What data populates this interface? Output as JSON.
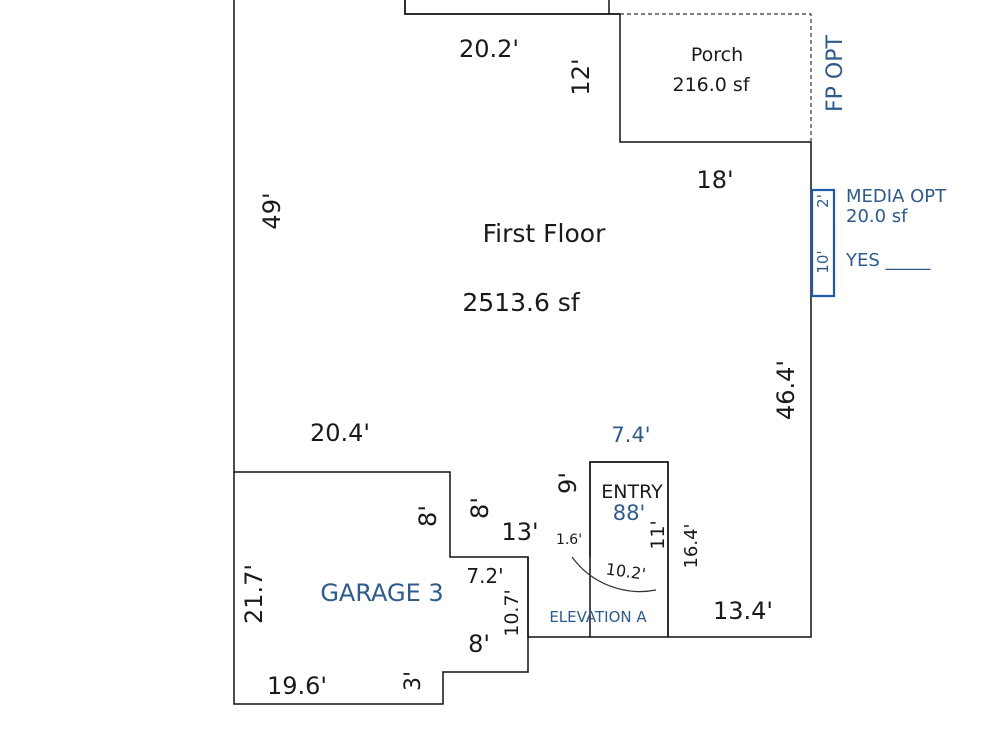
{
  "colors": {
    "walls": "#111111",
    "dim_text": "#1a1a1a",
    "accent_blue": "#2e5b8c",
    "option_outline": "#1f5aa6",
    "background": "#ffffff"
  },
  "rooms": {
    "first_floor": {
      "name": "First Floor",
      "area": "2513.6 sf"
    },
    "porch": {
      "name": "Porch",
      "area": "216.0 sf"
    },
    "garage": {
      "name": "GARAGE 3"
    },
    "entry": {
      "name": "ENTRY",
      "size": "88'"
    },
    "media": {
      "name": "MEDIA OPT",
      "area": "20.0 sf",
      "choice": "YES _____"
    },
    "fireplace": {
      "name": "FP OPT"
    },
    "elevation": {
      "name": "ELEVATION A"
    }
  },
  "dimensions": {
    "porch_top": "20.2'",
    "porch_depth": "12'",
    "porch_width": "18'",
    "left_wall": "49'",
    "right_wall": "46.4'",
    "media_depth": "2'",
    "media_width": "10'",
    "lower_left": "20.4'",
    "entry_top": "7.4'",
    "entry_left": "9'",
    "entry_inner": "11'",
    "entry_right": "16.4'",
    "arc": "10.2'",
    "jog_small": "1.6'",
    "notch_width": "13'",
    "notch_left": "8'",
    "notch_right": "8'",
    "garage_left": "21.7'",
    "garage_step_top": "7.2'",
    "garage_step_side": "10.7'",
    "garage_step_lower": "8'",
    "garage_bottom": "19.6'",
    "garage_corner": "3'",
    "bottom_right": "13.4'"
  }
}
